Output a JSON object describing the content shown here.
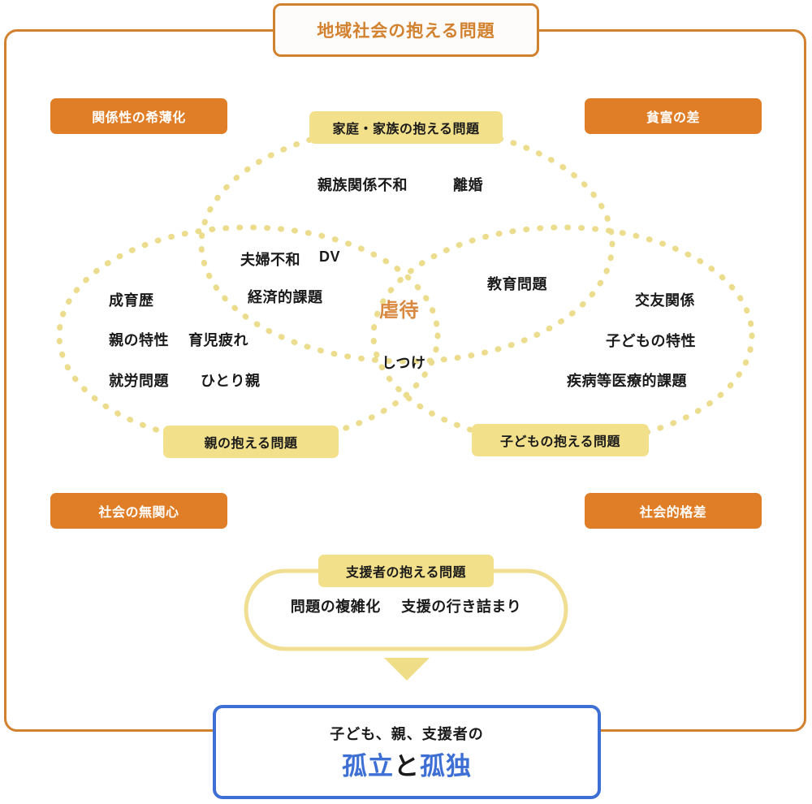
{
  "title": {
    "label": "地域社会の抱える問題"
  },
  "society_chips": [
    {
      "id": "relationship-thinning",
      "label": "関係性の希薄化"
    },
    {
      "id": "wealth-gap",
      "label": "貧富の差"
    },
    {
      "id": "social-apathy",
      "label": "社会の無関心"
    },
    {
      "id": "social-disparity",
      "label": "社会的格差"
    }
  ],
  "group_labels": {
    "family": "家庭・家族の抱える問題",
    "parent": "親の抱える問題",
    "child": "子どもの抱える問題",
    "supporter": "支援者の抱える問題"
  },
  "family_items": [
    {
      "text": "親族関係不和"
    },
    {
      "text": "離婚"
    }
  ],
  "family_parent_overlap_items": [
    {
      "text": "夫婦不和"
    },
    {
      "text": "DV"
    },
    {
      "text": "経済的課題"
    }
  ],
  "parent_items": [
    {
      "text": "成育歴"
    },
    {
      "text": "親の特性"
    },
    {
      "text": "育児疲れ"
    },
    {
      "text": "就労問題"
    },
    {
      "text": "ひとり親"
    }
  ],
  "child_items": [
    {
      "text": "教育問題"
    },
    {
      "text": "交友関係"
    },
    {
      "text": "子どもの特性"
    },
    {
      "text": "疾病等医療的課題"
    }
  ],
  "center_overlap_items": [
    {
      "text": "虐待",
      "accent": true
    },
    {
      "text": "しつけ",
      "accent": false
    }
  ],
  "supporter_items": [
    {
      "text": "問題の複雑化"
    },
    {
      "text": "支援の行き詰まり"
    }
  ],
  "conclusion": {
    "line1": "子ども、親、支援者の",
    "word1": "孤立",
    "conjunction": "と",
    "word2": "孤独"
  },
  "colors": {
    "frame_orange": "#d2812f",
    "chip_orange": "#e07e28",
    "chip_yellow": "#f3e08a",
    "dotted_yellow": "#ecdc8e",
    "capsule_yellow": "#f0de92",
    "accent_orange": "#d98840",
    "conclusion_blue": "#3d6fd4",
    "text_black": "#1a1a1a"
  },
  "icons": {
    "down_arrow": "down-triangle-arrow-icon"
  }
}
